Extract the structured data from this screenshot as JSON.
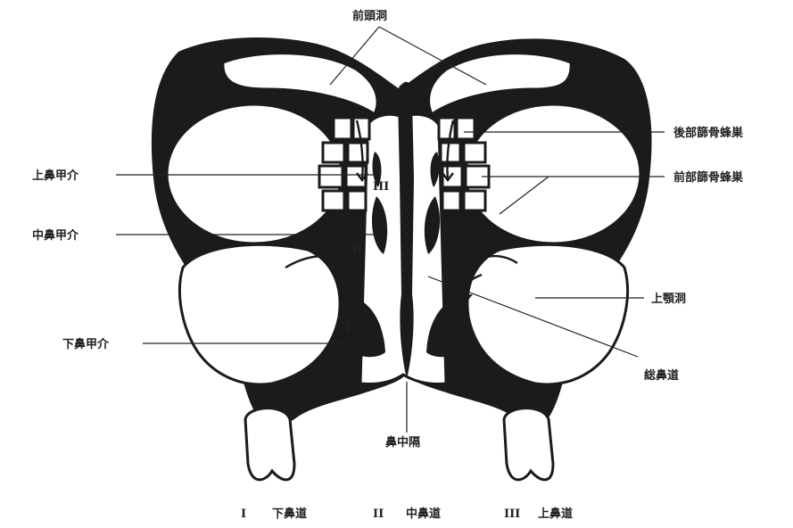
{
  "labels": {
    "frontal_sinus": "前頭洞",
    "posterior_ethmoid": "後部篩骨蜂巣",
    "anterior_ethmoid": "前部篩骨蜂巣",
    "superior_turbinate": "上鼻甲介",
    "middle_turbinate": "中鼻甲介",
    "inferior_turbinate": "下鼻甲介",
    "maxillary_sinus": "上顎洞",
    "common_meatus": "総鼻道",
    "nasal_septum": "鼻中隔"
  },
  "numerals": {
    "i": "I",
    "ii": "II",
    "iii": "III"
  },
  "legend": [
    {
      "numeral": "I",
      "label": "下鼻道"
    },
    {
      "numeral": "II",
      "label": "中鼻道"
    },
    {
      "numeral": "III",
      "label": "上鼻道"
    }
  ],
  "colors": {
    "bone": "#1b1b1b",
    "background": "#ffffff",
    "text": "#222222"
  }
}
